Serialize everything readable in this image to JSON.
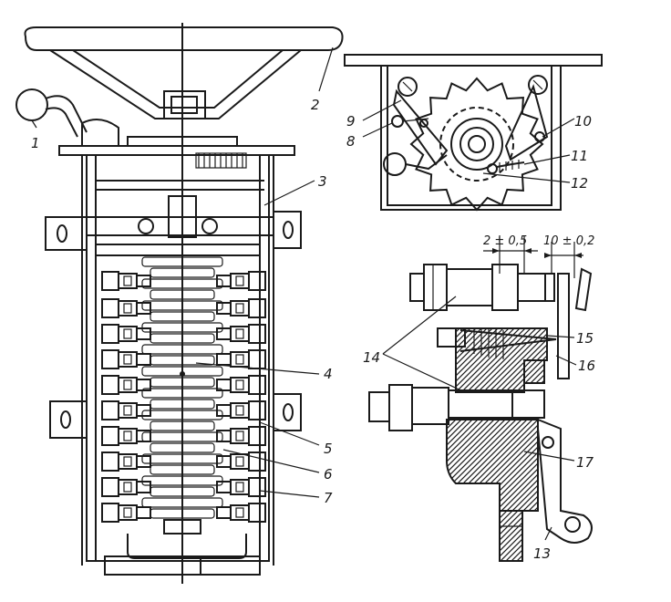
{
  "callouts": {
    "c1": "1",
    "c2": "2",
    "c3": "3",
    "c4": "4",
    "c5": "5",
    "c6": "6",
    "c7": "7",
    "c8": "8",
    "c9": "9",
    "c10": "10",
    "c11": "11",
    "c12": "12",
    "c13": "13",
    "c14": "14",
    "c15": "15",
    "c16": "16",
    "c17": "17"
  },
  "dimensions": {
    "gap_left": "2 ± 0,5",
    "gap_right": "10 ± 0,2"
  }
}
